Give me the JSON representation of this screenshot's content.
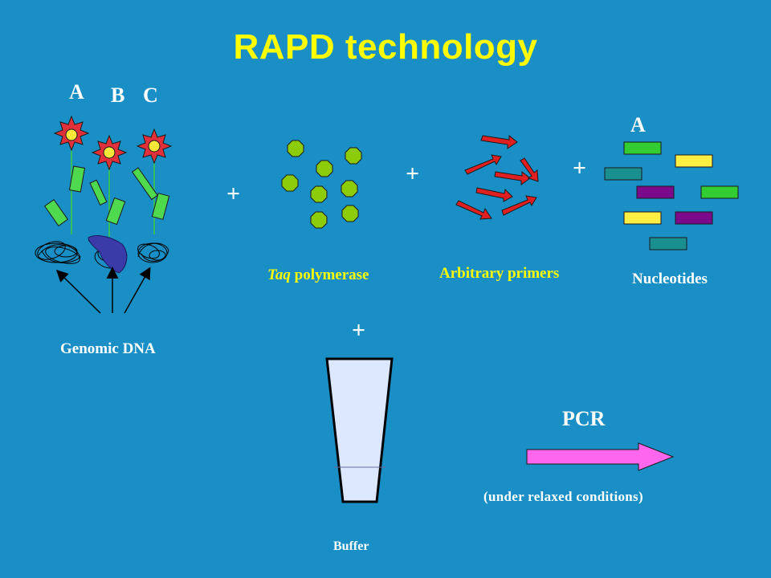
{
  "title": "RAPD technology",
  "flowers": {
    "label_a": "A",
    "label_b": "B",
    "label_c": "C"
  },
  "genomic_dna_label": "Genomic DNA",
  "plus_sign": "+",
  "taq": {
    "italic": "Taq",
    "rest": " polymerase"
  },
  "primers_label": "Arbitrary primers",
  "nucleotides": {
    "label": "Nucleotides",
    "letter": "A"
  },
  "buffer_label": "Buffer",
  "pcr": {
    "label": "PCR",
    "note": "(under relaxed conditions)"
  },
  "colors": {
    "background": "#1a8fc6",
    "title": "#ffff00",
    "flower": "#e0303a",
    "flower_center": "#ffe83a",
    "leaf": "#4fd94f",
    "dna_blob": "#3a3aa8",
    "polymerase": "#8ccc0a",
    "primer": "#e02020",
    "nucleotide_green": "#33cc33",
    "nucleotide_teal": "#1a8f8f",
    "nucleotide_yellow": "#ffee44",
    "nucleotide_purple": "#7a0a8a",
    "tube": "#dde8ff",
    "pcr_arrow": "#ff66ee"
  }
}
